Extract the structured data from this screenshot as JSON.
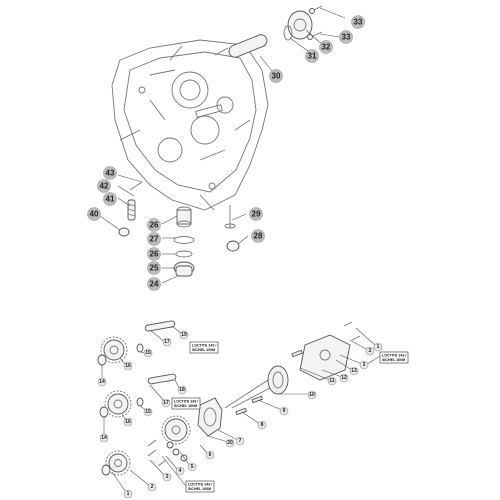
{
  "diagram": {
    "upper_callouts": [
      "33",
      "33",
      "32",
      "31",
      "30",
      "43",
      "42",
      "41",
      "40",
      "26",
      "27",
      "26",
      "25",
      "24",
      "29",
      "28"
    ],
    "lower_callouts": [
      "19",
      "17",
      "15",
      "16",
      "14",
      "18",
      "17",
      "15",
      "16",
      "14",
      "20",
      "1",
      "2",
      "3",
      "4",
      "5",
      "6",
      "7",
      "8",
      "9",
      "10",
      "11",
      "12",
      "13",
      "3",
      "2",
      "1"
    ],
    "notes": [
      {
        "line1": "LOCTITE 243 /",
        "line2": "SICHEL 100M"
      },
      {
        "line1": "LOCTITE 243 /",
        "line2": "SICHEL 100M"
      },
      {
        "line1": "LOCTITE 243 /",
        "line2": "SICHEL 100M"
      },
      {
        "line1": "LOCTITE 243 /",
        "line2": "SICHEL 100M"
      }
    ]
  }
}
